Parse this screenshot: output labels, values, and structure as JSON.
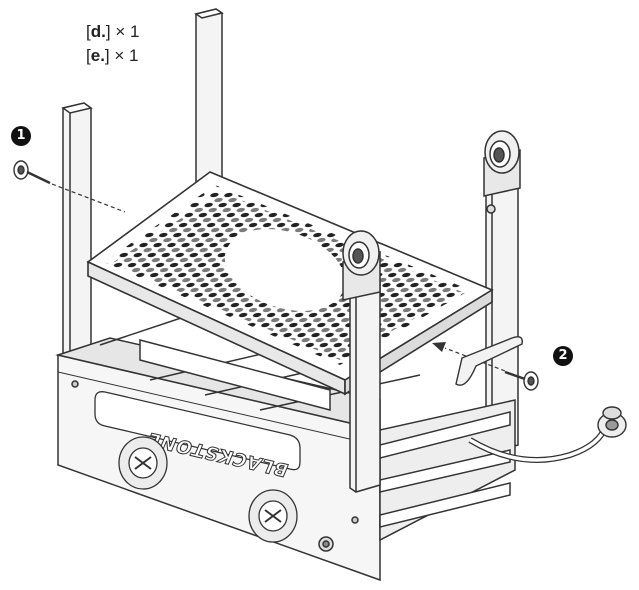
{
  "parts": [
    {
      "letter": "d.",
      "qty": "× 1"
    },
    {
      "letter": "e.",
      "qty": "× 1"
    }
  ],
  "callouts": {
    "step1": "1",
    "step2": "2"
  },
  "brand_text": "BLACKSTONE",
  "colors": {
    "line": "#333333",
    "fill_light": "#f4f4f4",
    "fill_mid": "#e6e6e6",
    "callout_bg": "#111111"
  }
}
